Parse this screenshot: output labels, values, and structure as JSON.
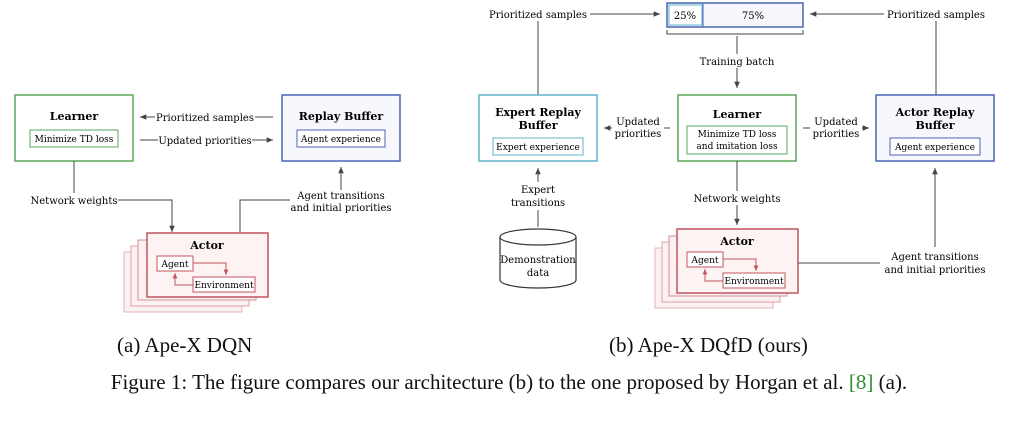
{
  "diagram_a": {
    "learner": {
      "title": "Learner",
      "inner": "Minimize TD loss"
    },
    "replay_buffer": {
      "title": "Replay Buffer",
      "inner": "Agent experience"
    },
    "actor": {
      "title": "Actor",
      "agent": "Agent",
      "environment": "Environment"
    },
    "labels": {
      "prioritized_samples": "Prioritized samples",
      "updated_priorities": "Updated priorities",
      "network_weights": "Network weights",
      "agent_transitions_1": "Agent transitions",
      "agent_transitions_2": "and initial priorities"
    },
    "sublabel": "(a) Ape-X DQN"
  },
  "diagram_b": {
    "batch": {
      "left": "25%",
      "right": "75%"
    },
    "training_batch": "Training batch",
    "expert_buffer": {
      "title_1": "Expert Replay",
      "title_2": "Buffer",
      "inner": "Expert experience"
    },
    "learner": {
      "title": "Learner",
      "inner_1": "Minimize TD loss",
      "inner_2": "and imitation loss"
    },
    "actor_buffer": {
      "title_1": "Actor Replay",
      "title_2": "Buffer",
      "inner": "Agent experience"
    },
    "actor": {
      "title": "Actor",
      "agent": "Agent",
      "environment": "Environment"
    },
    "demo": {
      "line1": "Demonstration",
      "line2": "data"
    },
    "labels": {
      "prioritized_samples_left": "Prioritized samples",
      "prioritized_samples_right": "Prioritized samples",
      "updated_left_1": "Updated",
      "updated_left_2": "priorities",
      "updated_right_1": "Updated",
      "updated_right_2": "priorities",
      "expert_1": "Expert",
      "expert_2": "transitions",
      "network_weights": "Network weights",
      "agent_transitions_1": "Agent transitions",
      "agent_transitions_2": "and initial priorities"
    },
    "sublabel": "(b) Ape-X DQfD (ours)"
  },
  "caption": {
    "text_before": "Figure 1: The figure compares our architecture (b) to the one proposed by Horgan et al. ",
    "ref": "[8]",
    "text_after": " (a)."
  },
  "colors": {
    "green": "#5aa85a",
    "blue": "#4a63b5",
    "cyan": "#5fb3c8",
    "red": "#c0555c",
    "arrow": "#444444"
  }
}
